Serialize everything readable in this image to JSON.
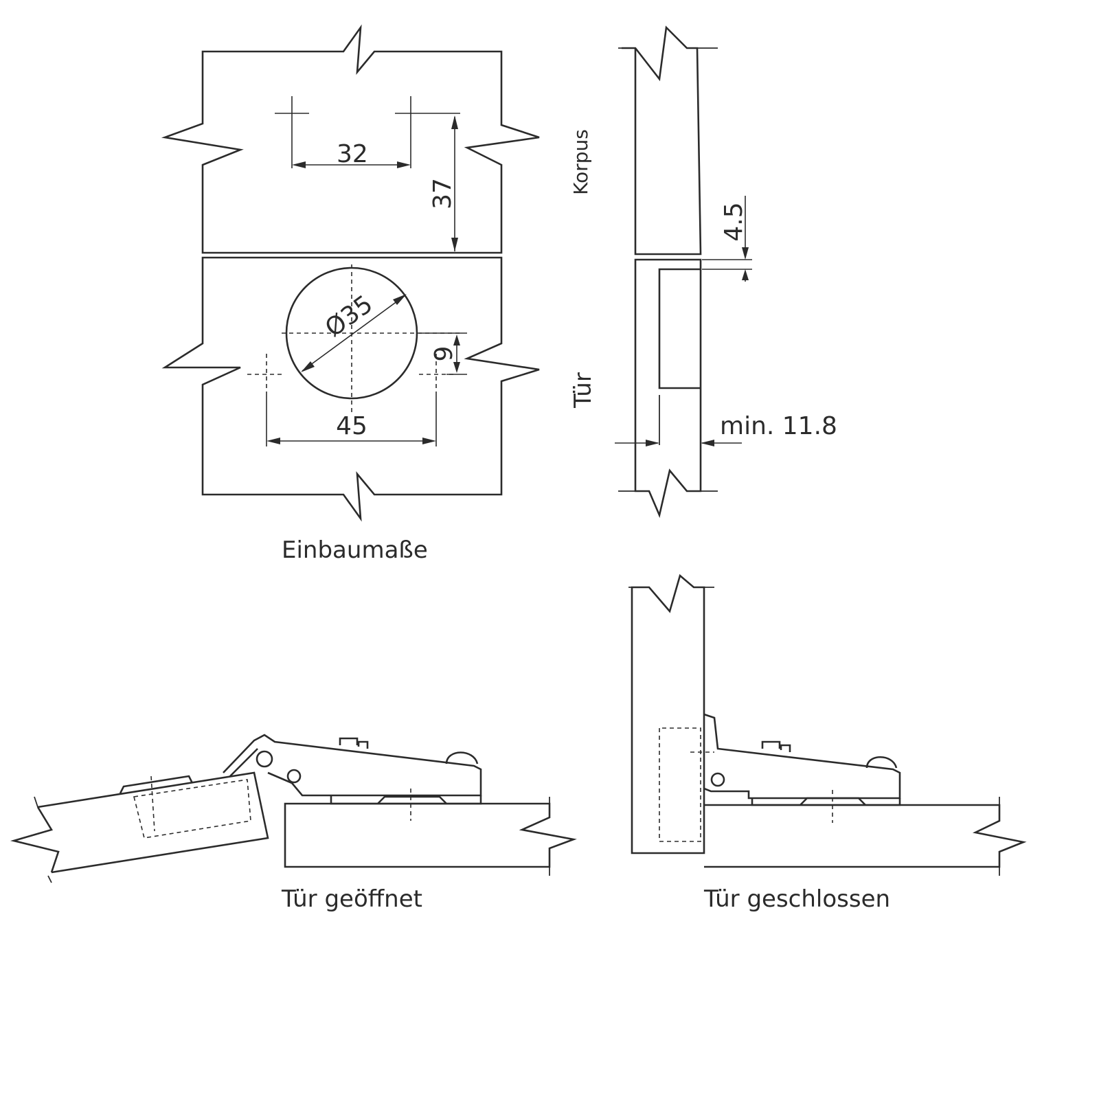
{
  "colors": {
    "line": "#2b2b2b",
    "background": "#ffffff"
  },
  "captions": {
    "einbau": "Einbaumaße",
    "tuer_geoeffnet": "Tür geöffnet",
    "tuer_geschlossen": "Tür geschlossen"
  },
  "labels": {
    "korpus": "Korpus",
    "tuer": "Tür"
  },
  "dimensions": {
    "d32": "32",
    "d37": "37",
    "d35": "Ø35",
    "d9": "9",
    "d45": "45",
    "d45_5": "4.5",
    "min": "min. 11.8"
  }
}
